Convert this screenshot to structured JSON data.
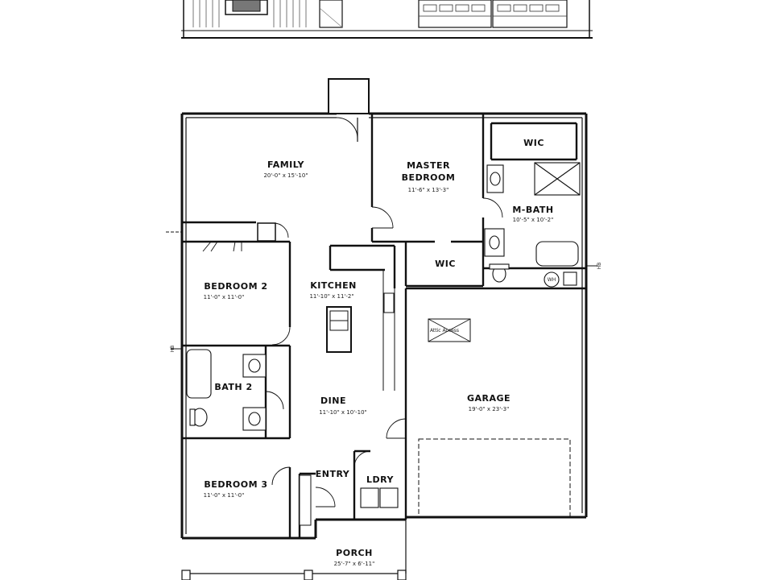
{
  "rooms": {
    "family": {
      "name": "FAMILY",
      "dims": "20'-0\" x 15'-10\""
    },
    "master_bedroom": {
      "name_line1": "MASTER",
      "name_line2": "BEDROOM",
      "dims": "11'-6\" x 13'-3\""
    },
    "wic_master": {
      "name": "WIC"
    },
    "m_bath": {
      "name": "M-BATH",
      "dims": "10'-5\" x 10'-2\""
    },
    "wic_hall": {
      "name": "WIC"
    },
    "kitchen": {
      "name": "KITCHEN",
      "dims": "11'-10\" x 11'-2\""
    },
    "bedroom2": {
      "name": "BEDROOM 2",
      "dims": "11'-0\" x 11'-0\""
    },
    "bath2": {
      "name": "BATH 2"
    },
    "dine": {
      "name": "DINE",
      "dims": "11'-10\" x 10'-10\""
    },
    "garage": {
      "name": "GARAGE",
      "dims": "19'-0\" x 23'-3\""
    },
    "bedroom3": {
      "name": "BEDROOM 3",
      "dims": "11'-0\" x 11'-0\""
    },
    "entry": {
      "name": "ENTRY"
    },
    "laundry": {
      "name": "LDRY"
    },
    "porch": {
      "name": "PORCH",
      "dims": "25'-7\" x 6'-11\""
    }
  },
  "labels": {
    "attic_access": "Attic Access",
    "water_heater": "WH",
    "hose_bib": "HB"
  },
  "colors": {
    "line": "#111111",
    "background": "#ffffff"
  }
}
